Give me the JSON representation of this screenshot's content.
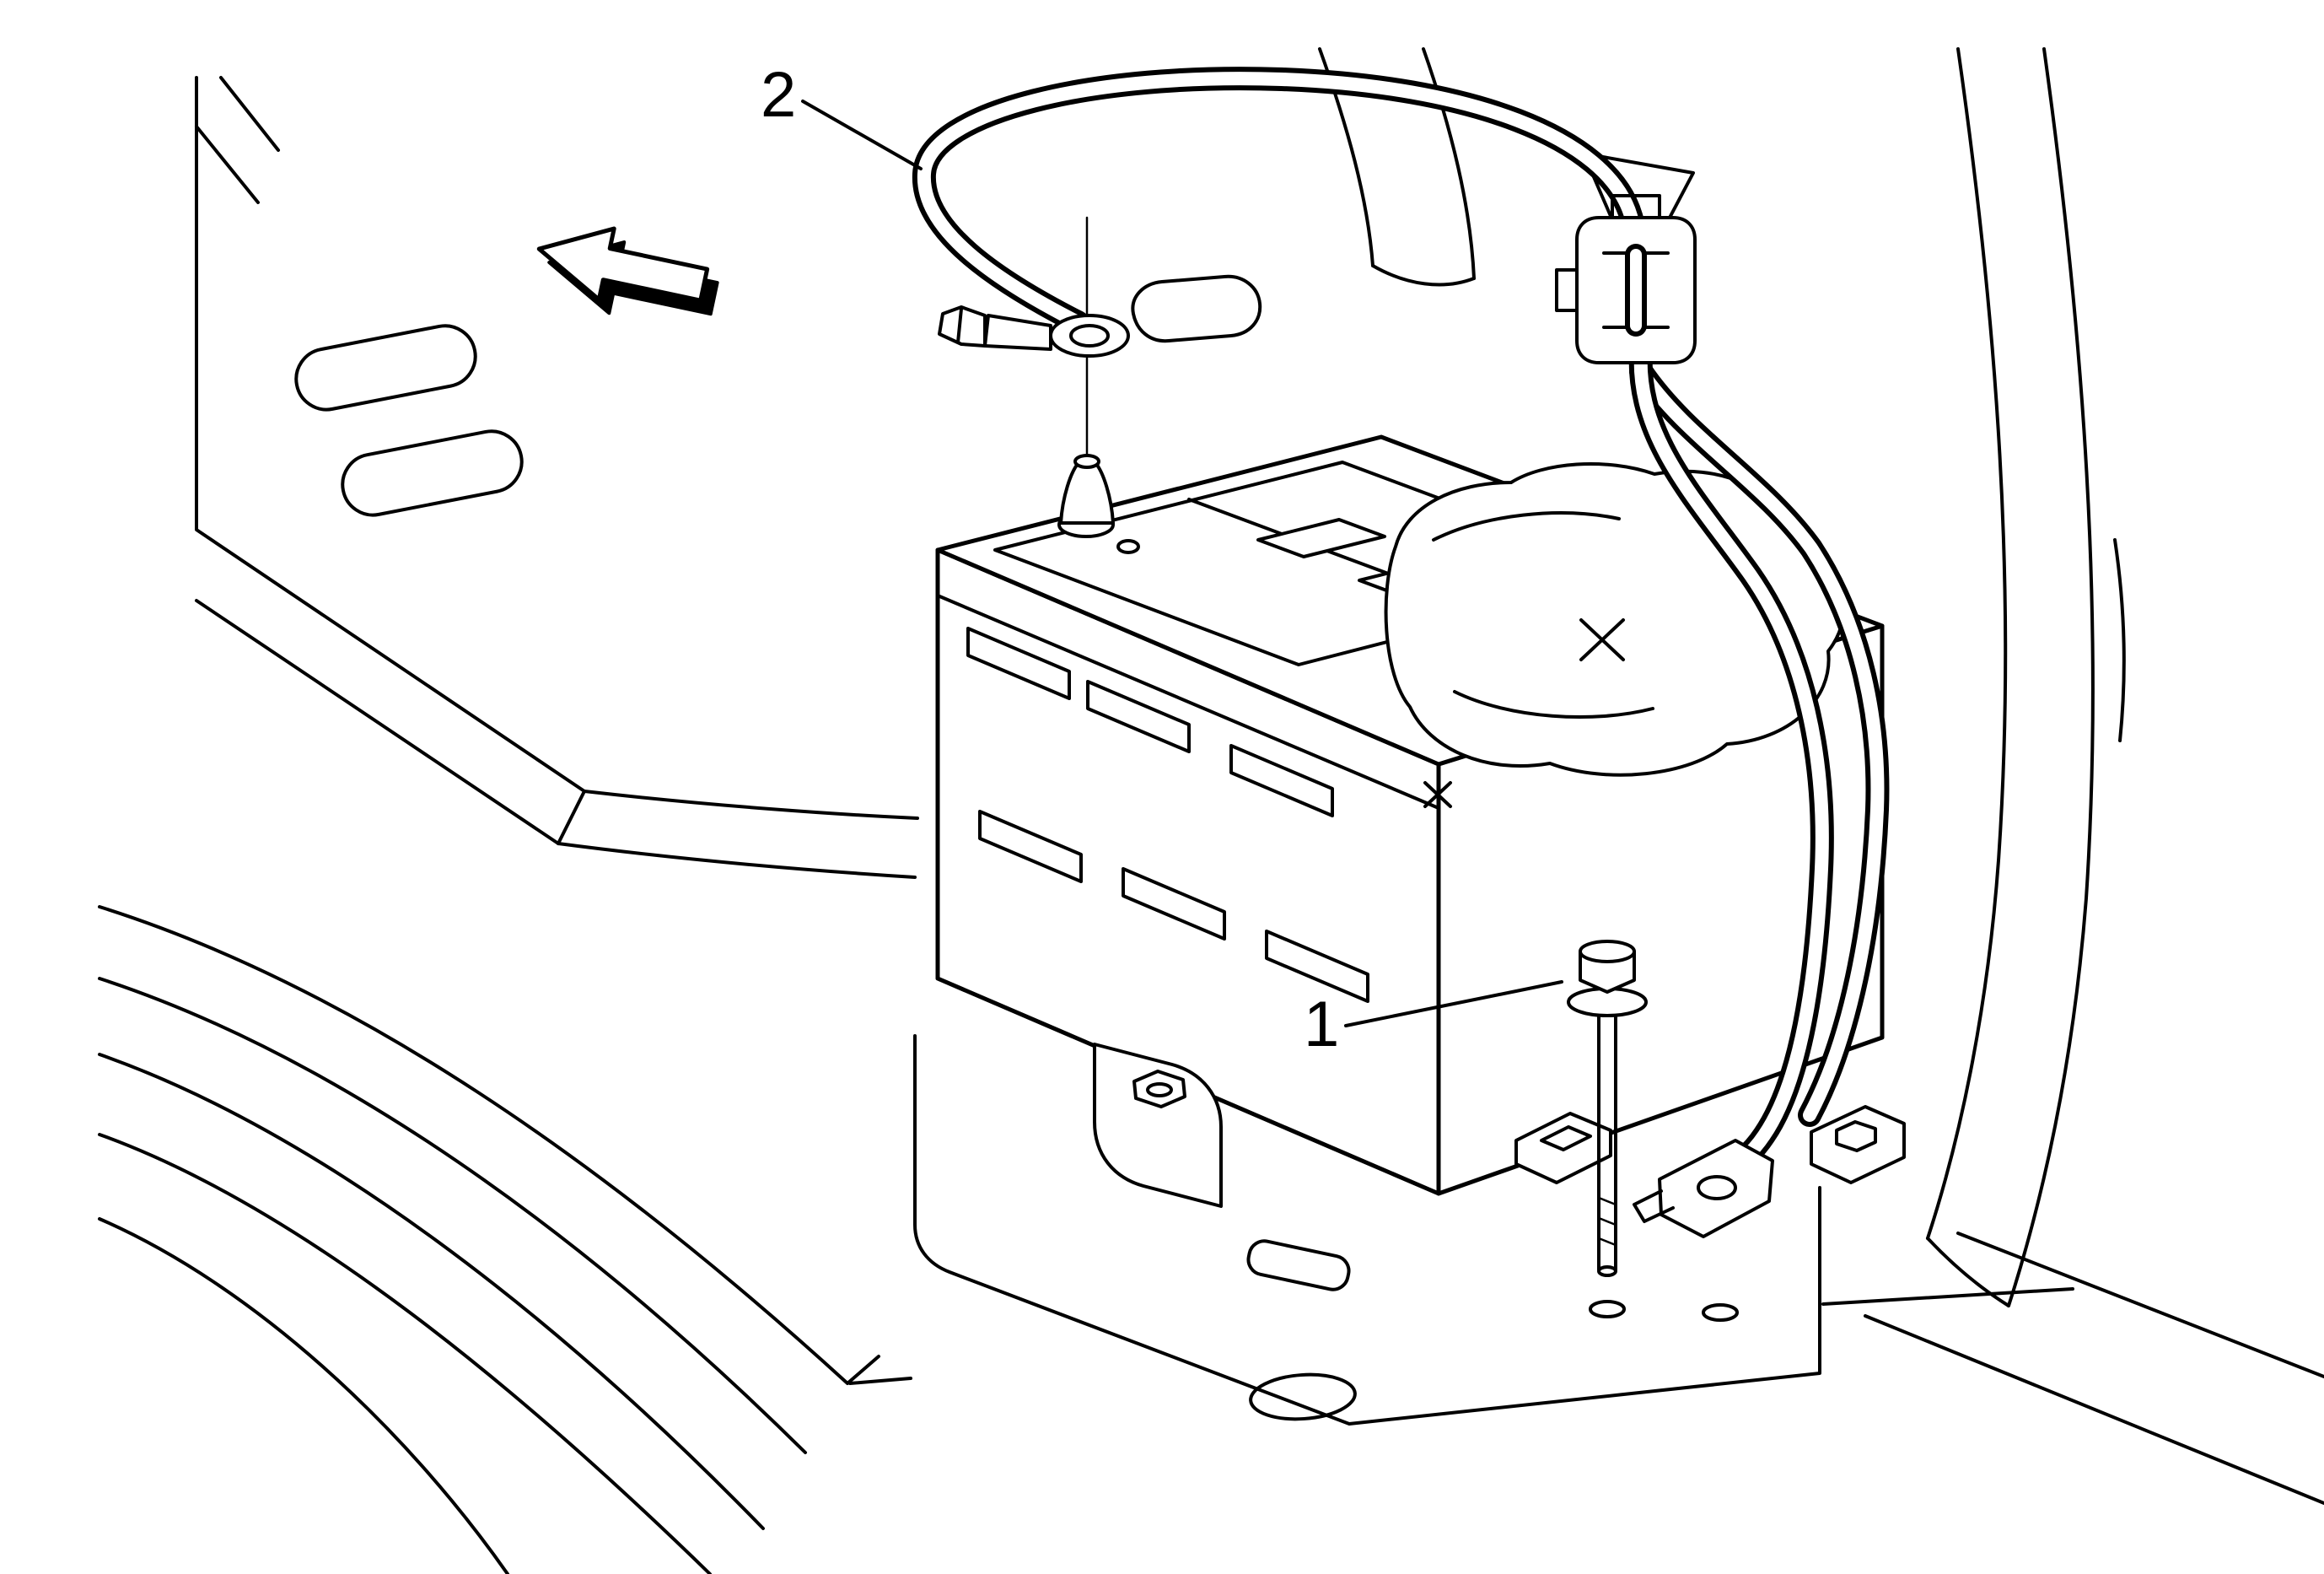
{
  "figure": {
    "type": "technical-line-illustration",
    "subject": "battery-installation-view",
    "callouts": [
      {
        "label": "1"
      },
      {
        "label": "2"
      }
    ],
    "icons": [
      {
        "name": "direction-arrow-icon",
        "glyph": "⇖"
      }
    ],
    "colors": {
      "line": "#000000",
      "background": "#ffffff"
    }
  }
}
